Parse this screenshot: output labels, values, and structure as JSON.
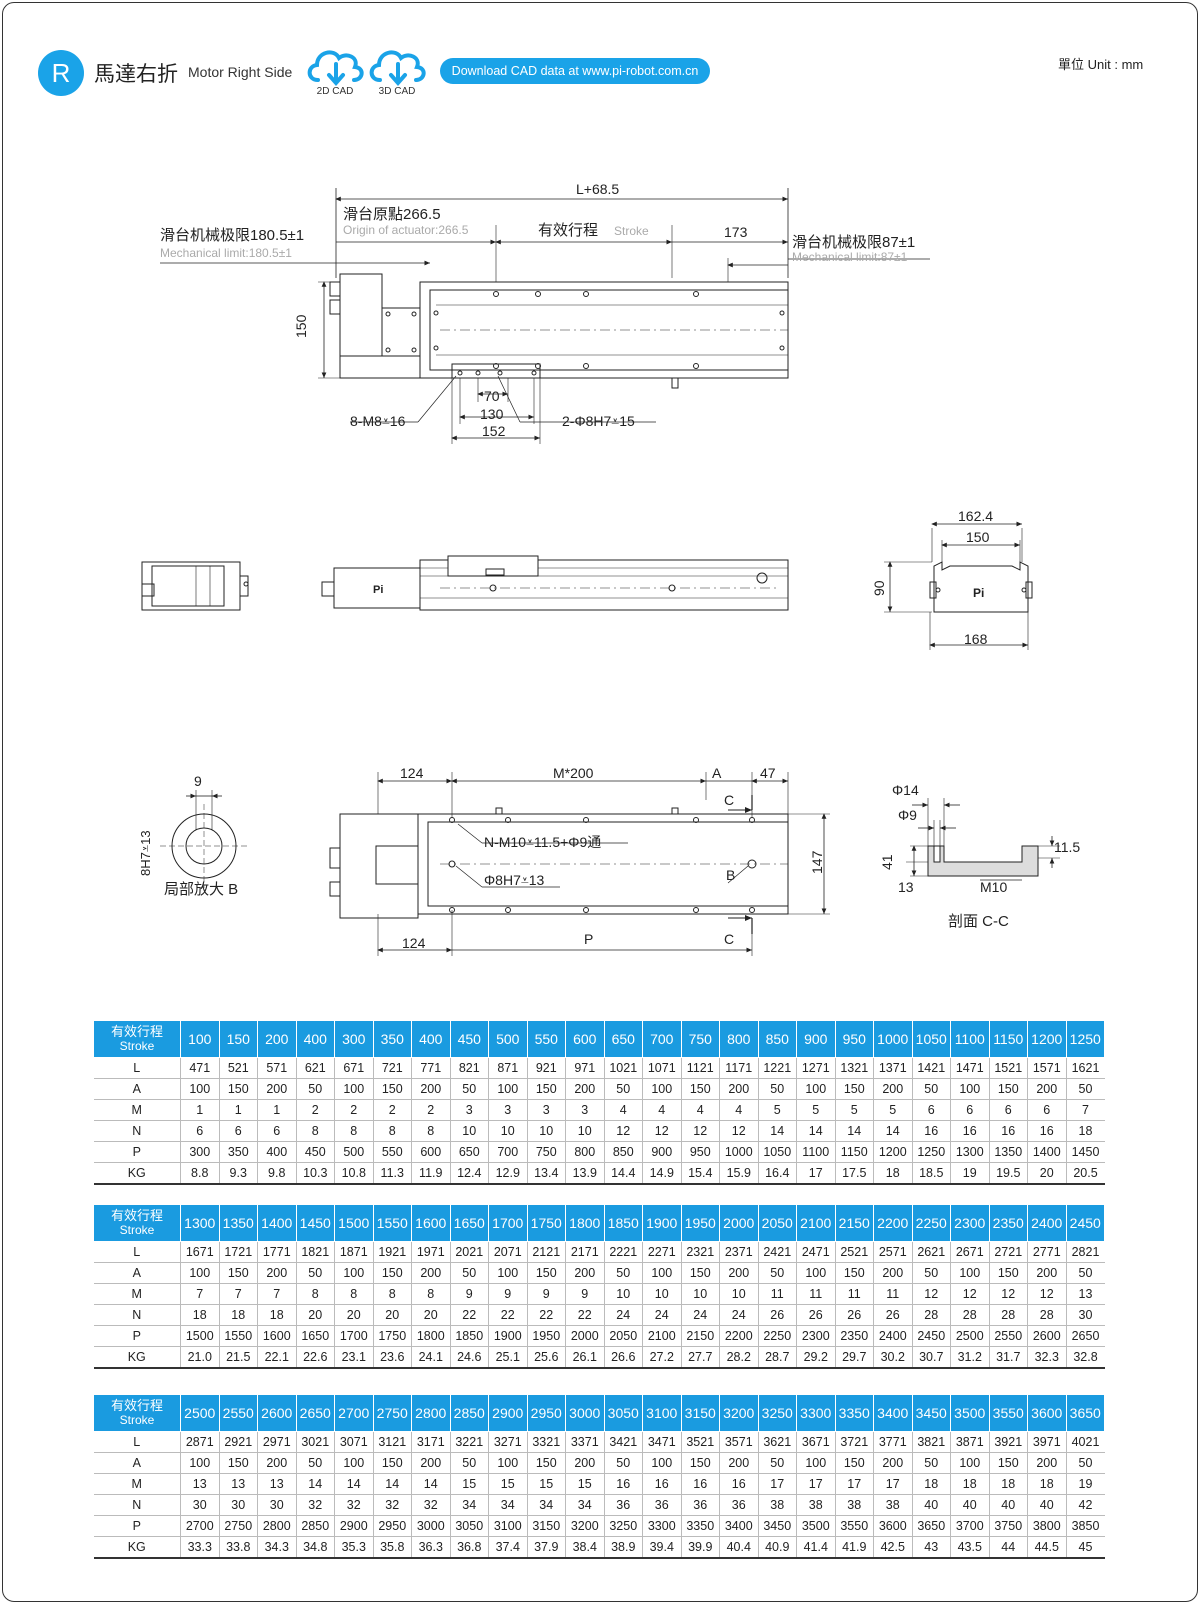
{
  "header": {
    "badge_letter": "R",
    "title_zh": "馬達右折",
    "title_en": "Motor Right Side",
    "cad_2d_label": "2D CAD",
    "cad_3d_label": "3D CAD",
    "download_label": "Download CAD data at www.pi-robot.com.cn",
    "unit_label": "單位 Unit : mm",
    "accent_color": "#1aa3e8"
  },
  "drawing": {
    "top_view": {
      "total_length": "L+68.5",
      "origin_zh": "滑台原點266.5",
      "origin_en": "Origin of actuator:266.5",
      "stroke_zh": "有效行程",
      "stroke_en": "Stroke",
      "dim_173": "173",
      "mech_limit_left_zh": "滑台机械极限180.5±1",
      "mech_limit_left_en": "Mechanical limit:180.5±1",
      "mech_limit_right_zh": "滑台机械极限87±1",
      "mech_limit_right_en": "Mechanical limit:87±1",
      "height_150": "150",
      "dim_70": "70",
      "dim_130": "130",
      "dim_152": "152",
      "thread_8m8": "8-M8⩡16",
      "pin_2phi8": "2-Φ8H7⩡15"
    },
    "side_view": {
      "dim_162_4": "162.4",
      "dim_150": "150",
      "dim_90": "90",
      "dim_168": "168",
      "logo": "Pi"
    },
    "bottom_view": {
      "dim_124_top": "124",
      "dim_m200": "M*200",
      "label_a": "A",
      "dim_47": "47",
      "label_c_top": "C",
      "n_m10": "N-M10⩡11.5+Φ9通",
      "phi8_h7": "Φ8H7⩡13",
      "label_b": "B",
      "dim_147": "147",
      "dim_124_bottom": "124",
      "label_p": "P",
      "label_c_bottom": "C"
    },
    "detail_b": {
      "dim_9": "9",
      "label": "8H7⩡13",
      "caption": "局部放大 B"
    },
    "section_cc": {
      "phi14": "Φ14",
      "phi9": "Φ9",
      "dim_41": "41",
      "dim_13": "13",
      "dim_11_5": "11.5",
      "m10": "M10",
      "caption": "剖面 C-C"
    }
  },
  "tables": [
    {
      "head_zh": "有效行程",
      "head_en": "Stroke",
      "strokes": [
        "100",
        "150",
        "200",
        "400",
        "300",
        "350",
        "400",
        "450",
        "500",
        "550",
        "600",
        "650",
        "700",
        "750",
        "800",
        "850",
        "900",
        "950",
        "1000",
        "1050",
        "1100",
        "1150",
        "1200",
        "1250"
      ],
      "rows": [
        {
          "label": "L",
          "values": [
            "471",
            "521",
            "571",
            "621",
            "671",
            "721",
            "771",
            "821",
            "871",
            "921",
            "971",
            "1021",
            "1071",
            "1121",
            "1171",
            "1221",
            "1271",
            "1321",
            "1371",
            "1421",
            "1471",
            "1521",
            "1571",
            "1621"
          ]
        },
        {
          "label": "A",
          "values": [
            "100",
            "150",
            "200",
            "50",
            "100",
            "150",
            "200",
            "50",
            "100",
            "150",
            "200",
            "50",
            "100",
            "150",
            "200",
            "50",
            "100",
            "150",
            "200",
            "50",
            "100",
            "150",
            "200",
            "50"
          ]
        },
        {
          "label": "M",
          "values": [
            "1",
            "1",
            "1",
            "2",
            "2",
            "2",
            "2",
            "3",
            "3",
            "3",
            "3",
            "4",
            "4",
            "4",
            "4",
            "5",
            "5",
            "5",
            "5",
            "6",
            "6",
            "6",
            "6",
            "7"
          ]
        },
        {
          "label": "N",
          "values": [
            "6",
            "6",
            "6",
            "8",
            "8",
            "8",
            "8",
            "10",
            "10",
            "10",
            "10",
            "12",
            "12",
            "12",
            "12",
            "14",
            "14",
            "14",
            "14",
            "16",
            "16",
            "16",
            "16",
            "18"
          ]
        },
        {
          "label": "P",
          "values": [
            "300",
            "350",
            "400",
            "450",
            "500",
            "550",
            "600",
            "650",
            "700",
            "750",
            "800",
            "850",
            "900",
            "950",
            "1000",
            "1050",
            "1100",
            "1150",
            "1200",
            "1250",
            "1300",
            "1350",
            "1400",
            "1450"
          ]
        },
        {
          "label": "KG",
          "values": [
            "8.8",
            "9.3",
            "9.8",
            "10.3",
            "10.8",
            "11.3",
            "11.9",
            "12.4",
            "12.9",
            "13.4",
            "13.9",
            "14.4",
            "14.9",
            "15.4",
            "15.9",
            "16.4",
            "17",
            "17.5",
            "18",
            "18.5",
            "19",
            "19.5",
            "20",
            "20.5"
          ]
        }
      ]
    },
    {
      "head_zh": "有效行程",
      "head_en": "Stroke",
      "strokes": [
        "1300",
        "1350",
        "1400",
        "1450",
        "1500",
        "1550",
        "1600",
        "1650",
        "1700",
        "1750",
        "1800",
        "1850",
        "1900",
        "1950",
        "2000",
        "2050",
        "2100",
        "2150",
        "2200",
        "2250",
        "2300",
        "2350",
        "2400",
        "2450"
      ],
      "rows": [
        {
          "label": "L",
          "values": [
            "1671",
            "1721",
            "1771",
            "1821",
            "1871",
            "1921",
            "1971",
            "2021",
            "2071",
            "2121",
            "2171",
            "2221",
            "2271",
            "2321",
            "2371",
            "2421",
            "2471",
            "2521",
            "2571",
            "2621",
            "2671",
            "2721",
            "2771",
            "2821"
          ]
        },
        {
          "label": "A",
          "values": [
            "100",
            "150",
            "200",
            "50",
            "100",
            "150",
            "200",
            "50",
            "100",
            "150",
            "200",
            "50",
            "100",
            "150",
            "200",
            "50",
            "100",
            "150",
            "200",
            "50",
            "100",
            "150",
            "200",
            "50"
          ]
        },
        {
          "label": "M",
          "values": [
            "7",
            "7",
            "7",
            "8",
            "8",
            "8",
            "8",
            "9",
            "9",
            "9",
            "9",
            "10",
            "10",
            "10",
            "10",
            "11",
            "11",
            "11",
            "11",
            "12",
            "12",
            "12",
            "12",
            "13"
          ]
        },
        {
          "label": "N",
          "values": [
            "18",
            "18",
            "18",
            "20",
            "20",
            "20",
            "20",
            "22",
            "22",
            "22",
            "22",
            "24",
            "24",
            "24",
            "24",
            "26",
            "26",
            "26",
            "26",
            "28",
            "28",
            "28",
            "28",
            "30"
          ]
        },
        {
          "label": "P",
          "values": [
            "1500",
            "1550",
            "1600",
            "1650",
            "1700",
            "1750",
            "1800",
            "1850",
            "1900",
            "1950",
            "2000",
            "2050",
            "2100",
            "2150",
            "2200",
            "2250",
            "2300",
            "2350",
            "2400",
            "2450",
            "2500",
            "2550",
            "2600",
            "2650"
          ]
        },
        {
          "label": "KG",
          "values": [
            "21.0",
            "21.5",
            "22.1",
            "22.6",
            "23.1",
            "23.6",
            "24.1",
            "24.6",
            "25.1",
            "25.6",
            "26.1",
            "26.6",
            "27.2",
            "27.7",
            "28.2",
            "28.7",
            "29.2",
            "29.7",
            "30.2",
            "30.7",
            "31.2",
            "31.7",
            "32.3",
            "32.8"
          ]
        }
      ]
    },
    {
      "head_zh": "有效行程",
      "head_en": "Stroke",
      "strokes": [
        "2500",
        "2550",
        "2600",
        "2650",
        "2700",
        "2750",
        "2800",
        "2850",
        "2900",
        "2950",
        "3000",
        "3050",
        "3100",
        "3150",
        "3200",
        "3250",
        "3300",
        "3350",
        "3400",
        "3450",
        "3500",
        "3550",
        "3600",
        "3650"
      ],
      "rows": [
        {
          "label": "L",
          "values": [
            "2871",
            "2921",
            "2971",
            "3021",
            "3071",
            "3121",
            "3171",
            "3221",
            "3271",
            "3321",
            "3371",
            "3421",
            "3471",
            "3521",
            "3571",
            "3621",
            "3671",
            "3721",
            "3771",
            "3821",
            "3871",
            "3921",
            "3971",
            "4021"
          ]
        },
        {
          "label": "A",
          "values": [
            "100",
            "150",
            "200",
            "50",
            "100",
            "150",
            "200",
            "50",
            "100",
            "150",
            "200",
            "50",
            "100",
            "150",
            "200",
            "50",
            "100",
            "150",
            "200",
            "50",
            "100",
            "150",
            "200",
            "50"
          ]
        },
        {
          "label": "M",
          "values": [
            "13",
            "13",
            "13",
            "14",
            "14",
            "14",
            "14",
            "15",
            "15",
            "15",
            "15",
            "16",
            "16",
            "16",
            "16",
            "17",
            "17",
            "17",
            "17",
            "18",
            "18",
            "18",
            "18",
            "19"
          ]
        },
        {
          "label": "N",
          "values": [
            "30",
            "30",
            "30",
            "32",
            "32",
            "32",
            "32",
            "34",
            "34",
            "34",
            "34",
            "36",
            "36",
            "36",
            "36",
            "38",
            "38",
            "38",
            "38",
            "40",
            "40",
            "40",
            "40",
            "42"
          ]
        },
        {
          "label": "P",
          "values": [
            "2700",
            "2750",
            "2800",
            "2850",
            "2900",
            "2950",
            "3000",
            "3050",
            "3100",
            "3150",
            "3200",
            "3250",
            "3300",
            "3350",
            "3400",
            "3450",
            "3500",
            "3550",
            "3600",
            "3650",
            "3700",
            "3750",
            "3800",
            "3850"
          ]
        },
        {
          "label": "KG",
          "values": [
            "33.3",
            "33.8",
            "34.3",
            "34.8",
            "35.3",
            "35.8",
            "36.3",
            "36.8",
            "37.4",
            "37.9",
            "38.4",
            "38.9",
            "39.4",
            "39.9",
            "40.4",
            "40.9",
            "41.4",
            "41.9",
            "42.5",
            "43",
            "43.5",
            "44",
            "44.5",
            "45"
          ]
        }
      ]
    }
  ]
}
